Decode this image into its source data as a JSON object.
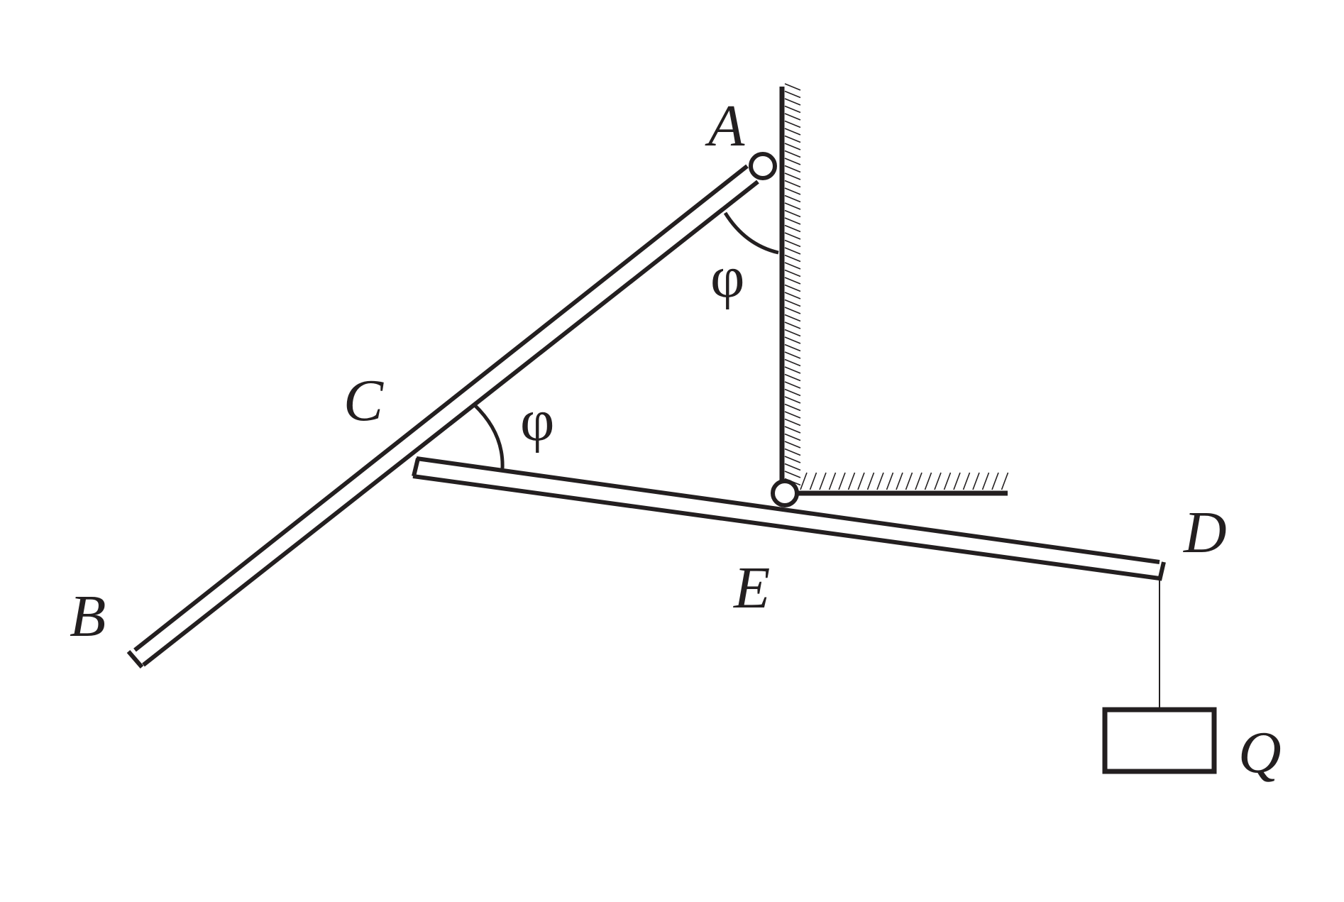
{
  "points": {
    "A": "A",
    "B": "B",
    "C": "C",
    "D": "D",
    "E": "E"
  },
  "load": "Q",
  "angle_top": "φ",
  "angle_middle": "φ",
  "colors": {
    "ink": "#231f20",
    "background": "#ffffff"
  }
}
